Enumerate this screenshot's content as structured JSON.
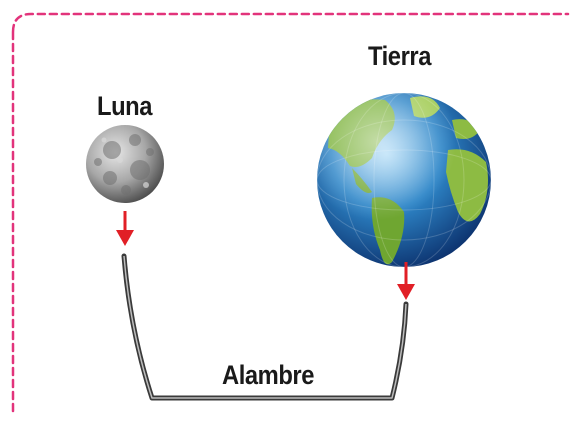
{
  "labels": {
    "moon": "Luna",
    "earth": "Tierra",
    "wire": "Alambre"
  },
  "colors": {
    "frame_border": "#e2337b",
    "arrow": "#e11f26",
    "wire": "#3a3a3a",
    "ocean": "#1f6fb3",
    "land": "#7bb23a",
    "moon": "#9c9c9c"
  },
  "icons": {
    "moon": "moon-icon",
    "earth": "earth-globe-icon",
    "arrow": "down-arrow-icon"
  }
}
